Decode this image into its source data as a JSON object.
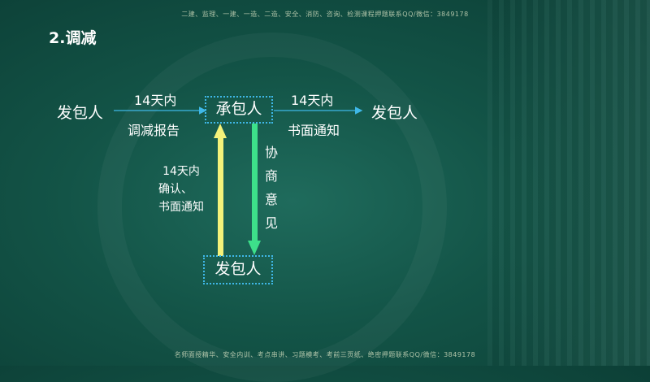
{
  "watermark_top": "二建、监理、一建、一造、二造、安全、消防、咨询、检测课程押题联系QQ/微信：3849178",
  "watermark_bottom": "名师面授精华、安全内训、考点串讲、习题模考、考前三页纸、绝密押题联系QQ/微信：3849178",
  "title": "2.调减",
  "diagram": {
    "left_party": "发包人",
    "right_party": "发包人",
    "center_box": "承包人",
    "bottom_box": "发包人",
    "left_arrow_top": "14天内",
    "left_arrow_bottom": "调减报告",
    "right_arrow_top": "14天内",
    "right_arrow_bottom": "书面通知",
    "up_label": [
      "14天内",
      "确认、",
      "书面通知"
    ],
    "down_label": [
      "协",
      "商",
      "意",
      "见"
    ]
  },
  "colors": {
    "box_border": "#3fb8e8",
    "horizontal_arrow": "#3fb8e8",
    "up_arrow": "#f4f27a",
    "down_arrow": "#3de08a"
  }
}
